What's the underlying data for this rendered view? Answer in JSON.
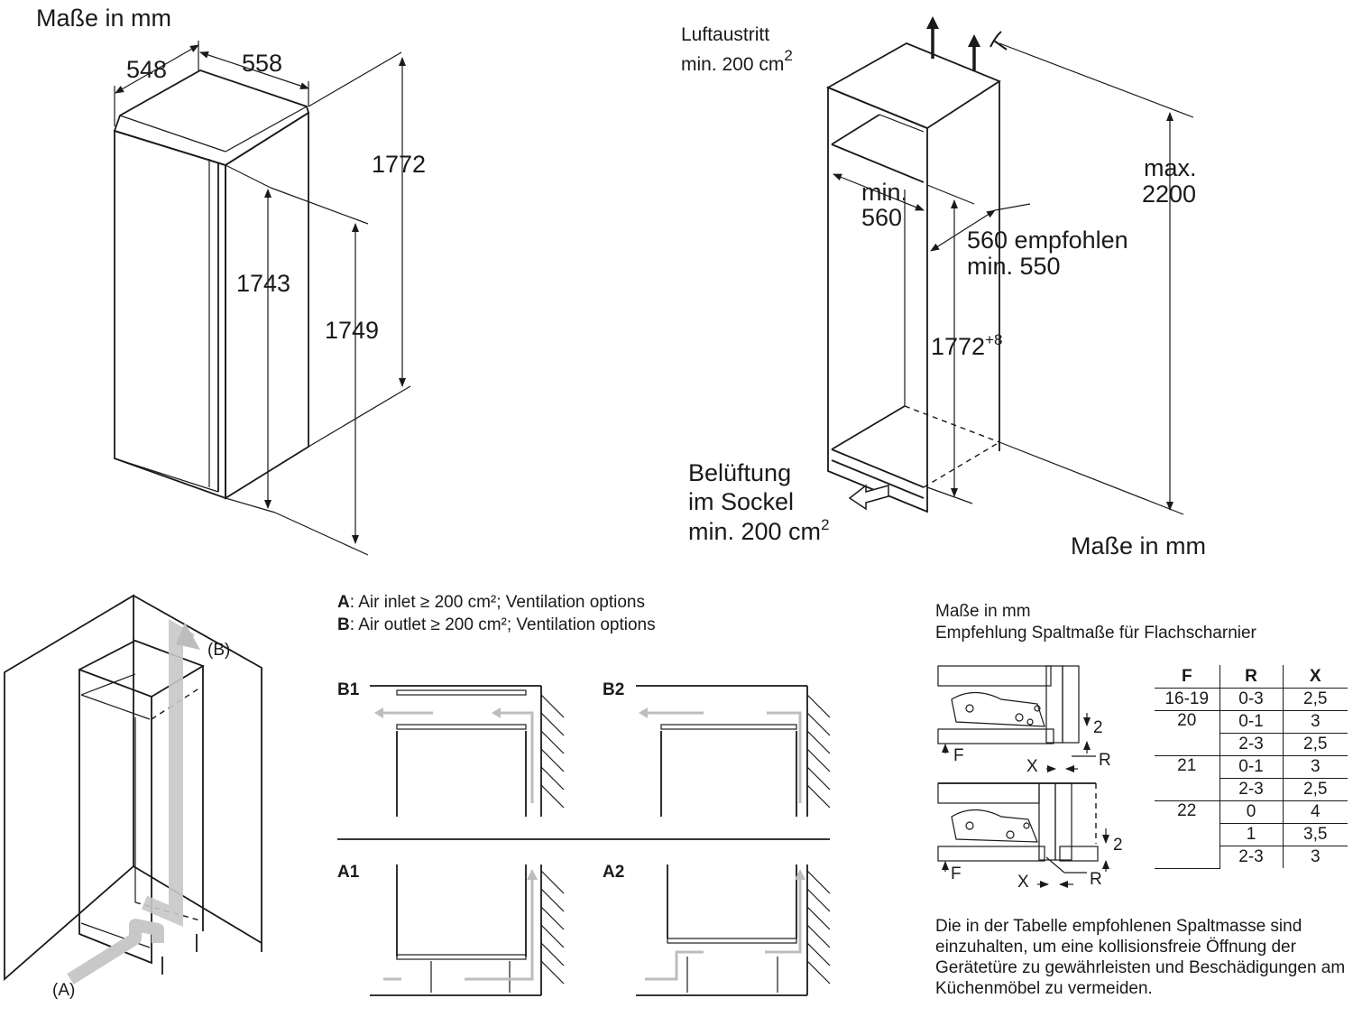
{
  "appliance": {
    "units_label": "Maße in mm",
    "depth": "548",
    "width": "558",
    "total_height": "1772",
    "side_height": "1743",
    "door_height": "1749"
  },
  "niche": {
    "air_outlet_line1": "Luftaustritt",
    "air_outlet_line2": "min. 200 cm",
    "sup2": "2",
    "niche_width_line1": "min.",
    "niche_width_line2": "560",
    "niche_depth_line1": "560 empfohlen",
    "niche_depth_line2": "min. 550",
    "niche_height": "1772",
    "niche_height_tol": "+8",
    "max_line1": "max.",
    "max_line2": "2200",
    "plinth_line1": "Belüftung",
    "plinth_line2": "im Sockel",
    "plinth_line3": "min. 200 cm",
    "units_label": "Maße in mm"
  },
  "ventilation": {
    "label_a": "(A)",
    "label_b": "(B)",
    "legend_a_key": "A",
    "legend_a_text": ": Air inlet ≥ 200 cm²; Ventilation options",
    "legend_b_key": "B",
    "legend_b_text": ": Air outlet ≥ 200 cm²; Ventilation options",
    "options": [
      "B1",
      "B2",
      "A1",
      "A2"
    ]
  },
  "gap": {
    "title1": "Maße in mm",
    "title2": "Empfehlung Spaltmaße für Flachscharnier",
    "labels": {
      "two": "2",
      "f": "F",
      "x": "X",
      "r": "R"
    },
    "table": {
      "headers": [
        "F",
        "R",
        "X"
      ],
      "rows": [
        [
          "16-19",
          "0-3",
          "2,5"
        ],
        [
          "20",
          "0-1",
          "3"
        ],
        [
          "",
          "2-3",
          "2,5"
        ],
        [
          "21",
          "0-1",
          "3"
        ],
        [
          "",
          "2-3",
          "2,5"
        ],
        [
          "22",
          "0",
          "4"
        ],
        [
          "",
          "1",
          "3,5"
        ],
        [
          "",
          "2-3",
          "3"
        ]
      ]
    },
    "note": "Die in der Tabelle empfohlenen Spaltmasse sind einzuhalten, um eine kollisionsfreie Öffnung der Gerätetüre zu gewährleisten und Beschädigungen am Küchenmöbel zu vermeiden."
  }
}
